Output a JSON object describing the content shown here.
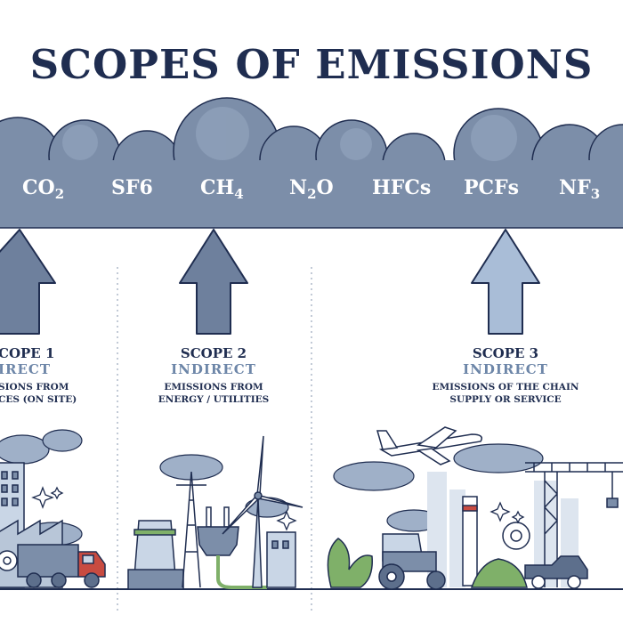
{
  "title": "SCOPES OF EMISSIONS",
  "gases": [
    {
      "base": "CO",
      "sub": "2"
    },
    {
      "base": "SF6",
      "sub": ""
    },
    {
      "base": "CH",
      "sub": "4"
    },
    {
      "base": "N",
      "sub": "2",
      "tail": "O"
    },
    {
      "base": "HFCs",
      "sub": ""
    },
    {
      "base": "PCFs",
      "sub": ""
    },
    {
      "base": "NF",
      "sub": "3"
    }
  ],
  "scopes": [
    {
      "name": "COPE 1",
      "type": "IRECT",
      "desc_line1": "SIONS FROM",
      "desc_line2": "CES (ON SITE)"
    },
    {
      "name": "SCOPE 2",
      "type": "INDIRECT",
      "desc_line1": "EMISSIONS FROM",
      "desc_line2": "ENERGY / UTILITIES"
    },
    {
      "name": "SCOPE 3",
      "type": "INDIRECT",
      "desc_line1": "EMISSIONS OF THE CHAIN",
      "desc_line2": "SUPPLY OR SERVICE"
    }
  ],
  "colors": {
    "navy": "#1f2d50",
    "cloud": "#7c8ea9",
    "cloud_dark": "#5d6f8c",
    "arrow_dark": "#6e809d",
    "arrow_light": "#a9bdd7",
    "accent_light": "#c9d6e6",
    "truck_red": "#c84b41",
    "green": "#7fb069"
  },
  "icons": [
    "factory-icon",
    "truck-icon",
    "gear-icon",
    "power-plant-icon",
    "pylon-icon",
    "plug-icon",
    "wind-turbine-icon",
    "airplane-icon",
    "tractor-icon",
    "crane-icon",
    "pickup-truck-icon",
    "sparkle-icon"
  ]
}
